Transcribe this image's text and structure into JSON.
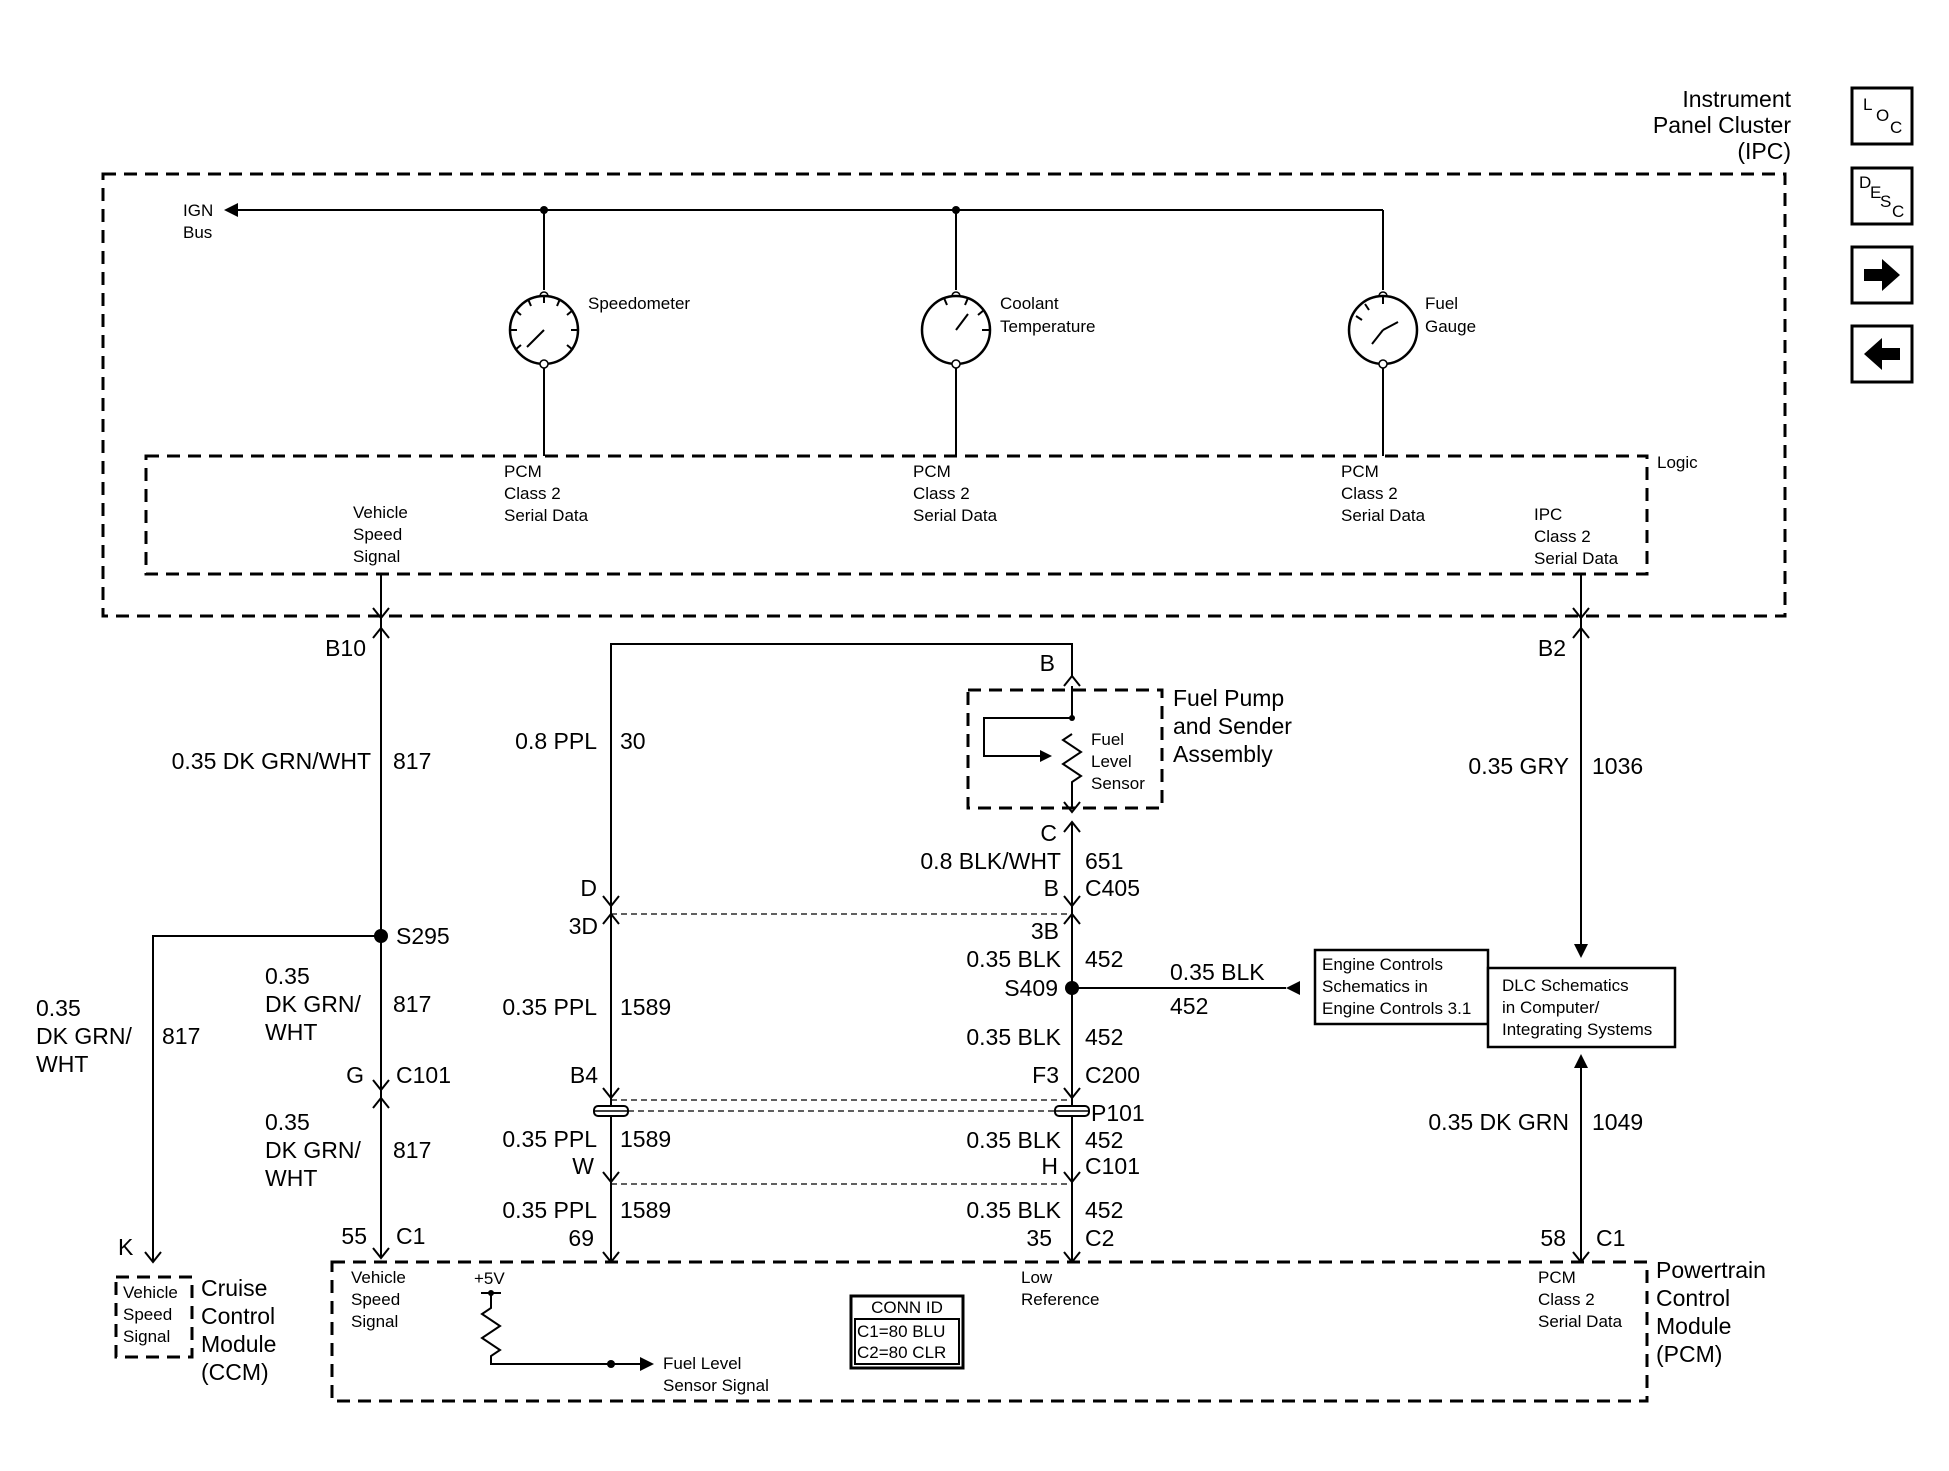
{
  "nav": {
    "loc": {
      "big": "L",
      "small": "O",
      "tail": "C"
    },
    "desc": {
      "big": "D",
      "small": "E",
      "mid": "S",
      "tail": "C"
    }
  },
  "ipc": {
    "title": [
      "Instrument",
      "Panel Cluster",
      "(IPC)"
    ]
  },
  "ign_bus": [
    "IGN",
    "Bus"
  ],
  "gauges": {
    "speedometer": [
      "Speedometer"
    ],
    "coolant": [
      "Coolant",
      "Temperature"
    ],
    "fuel": [
      "Fuel",
      "Gauge"
    ]
  },
  "logic": {
    "title": "Logic",
    "pcm_class2": [
      "PCM",
      "Class 2",
      "Serial Data"
    ],
    "vss": [
      "Vehicle",
      "Speed",
      "Signal"
    ],
    "ipc_class2": [
      "IPC",
      "Class 2",
      "Serial Data"
    ]
  },
  "pins": {
    "b10": "B10",
    "b2": "B2",
    "b": "B",
    "c": "C",
    "d": "D",
    "b_c405": "B",
    "c405": "C405",
    "three_d": "3D",
    "three_b": "3B",
    "s409": "S409",
    "s295": "S295",
    "g": "G",
    "c101": "C101",
    "b4": "B4",
    "f3": "F3",
    "c200": "C200",
    "p101": "P101",
    "w": "W",
    "h": "H",
    "c101b": "C101",
    "p55": "55",
    "c1": "C1",
    "p69": "69",
    "p35": "35",
    "c2": "C2",
    "p58": "58",
    "c1b": "C1",
    "k": "K"
  },
  "wires": {
    "w817_top": "0.35 DK GRN/WHT",
    "c817": "817",
    "ppl08": "0.8 PPL",
    "c30": "30",
    "gry": "0.35 GRY",
    "c1036": "1036",
    "blkwht": "0.8 BLK/WHT",
    "c651": "651",
    "ppl035": "0.35 PPL",
    "c1589": "1589",
    "blk035": "0.35 BLK",
    "c452": "452",
    "dkgrn": "0.35 DK GRN",
    "c1049": "1049",
    "grnwht_stack": [
      "0.35",
      "DK GRN/",
      "WHT"
    ]
  },
  "fuel_pump": {
    "title": [
      "Fuel Pump",
      "and Sender",
      "Assembly"
    ],
    "sensor": [
      "Fuel",
      "Level",
      "Sensor"
    ]
  },
  "engine_controls": [
    "Engine Controls",
    "Schematics in",
    "Engine Controls 3.1"
  ],
  "dlc": [
    "DLC Schematics",
    "in Computer/",
    "Integrating Systems"
  ],
  "ccm": {
    "vss": [
      "Vehicle",
      "Speed",
      "Signal"
    ],
    "title": [
      "Cruise",
      "Control",
      "Module",
      "(CCM)"
    ]
  },
  "pcm": {
    "title": [
      "Powertrain",
      "Control",
      "Module",
      "(PCM)"
    ],
    "vss": [
      "Vehicle",
      "Speed",
      "Signal"
    ],
    "plus5v": "+5V",
    "fuel_level_signal": [
      "Fuel Level",
      "Sensor Signal"
    ],
    "low_reference": [
      "Low",
      "Reference"
    ],
    "class2": [
      "PCM",
      "Class 2",
      "Serial Data"
    ],
    "conn_id": {
      "title": "CONN ID",
      "rows": [
        "C1=80 BLU",
        "C2=80 CLR"
      ]
    }
  }
}
